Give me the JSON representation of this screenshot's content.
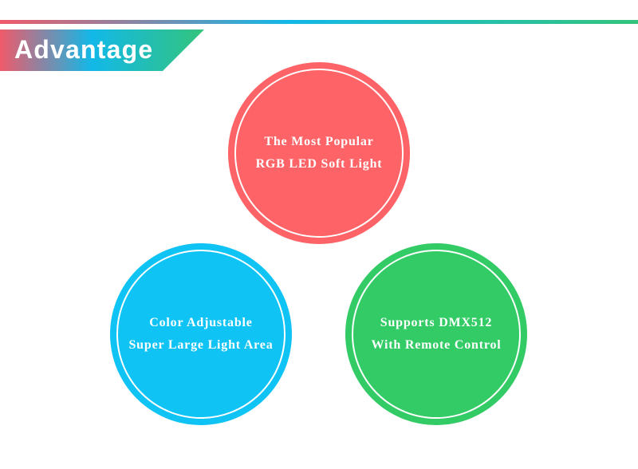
{
  "banner": {
    "title": "Advantage",
    "gradient_start": "#f05a6a",
    "gradient_mid": "#12b8e8",
    "gradient_end": "#34c47c"
  },
  "circles": [
    {
      "line1": "The Most Popular",
      "line2": "RGB LED Soft Light",
      "color": "#fe6467"
    },
    {
      "line1": "Color Adjustable",
      "line2": "Super Large Light Area",
      "color": "#10c3f5"
    },
    {
      "line1": "Supports DMX512",
      "line2": "With Remote Control",
      "color": "#33cb65"
    }
  ]
}
